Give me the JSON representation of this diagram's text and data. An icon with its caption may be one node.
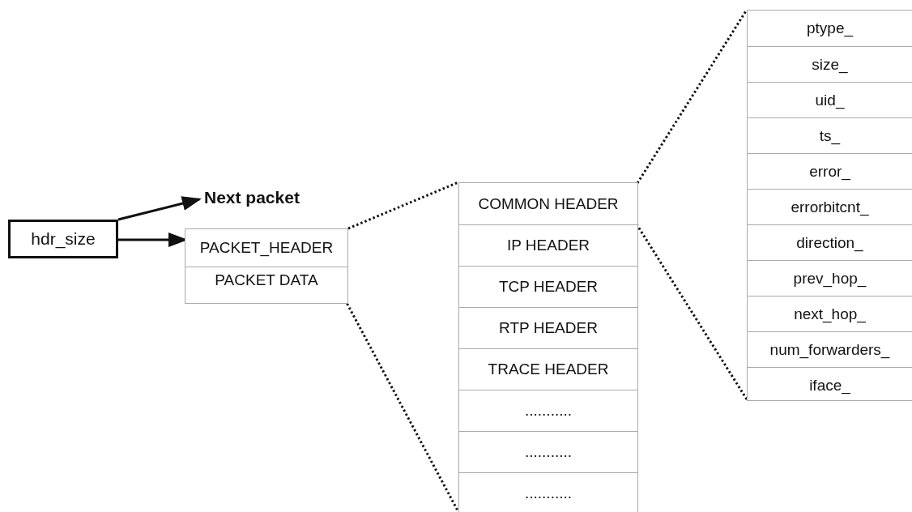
{
  "diagram": {
    "nodes": [
      {
        "text": [
          "hdr_size"
        ]
      },
      {
        "text": [
          "Next packet"
        ]
      },
      {
        "text": [],
        "shape": "box"
      },
      {
        "text": [
          "PACKET_HEADER"
        ],
        "in": 2
      },
      {
        "text": [
          "PACKET DATA"
        ],
        "in": 2
      },
      {
        "text": [],
        "shape": "box"
      },
      {
        "text": [
          "COMMON HEADER"
        ],
        "in": 5
      },
      {
        "text": [
          "IP HEADER"
        ],
        "in": 5
      },
      {
        "text": [
          "TCP HEADER"
        ],
        "in": 5
      },
      {
        "text": [
          "RTP HEADER"
        ],
        "in": 5
      },
      {
        "text": [
          "TRACE HEADER"
        ],
        "in": 5
      },
      {
        "text": [
          "..........."
        ],
        "in": 5
      },
      {
        "text": [
          "..........."
        ],
        "in": 5
      },
      {
        "text": [
          "..........."
        ],
        "in": 5
      },
      {
        "text": [],
        "shape": "box"
      },
      {
        "text": [
          "ptype_"
        ],
        "in": 14
      },
      {
        "text": [
          "size_"
        ],
        "in": 14
      },
      {
        "text": [
          "uid_"
        ],
        "in": 14
      },
      {
        "text": [
          "ts_"
        ],
        "in": 14
      },
      {
        "text": [
          "error_"
        ],
        "in": 14
      },
      {
        "text": [
          "errorbitcnt_"
        ],
        "in": 14
      },
      {
        "text": [
          "direction_"
        ],
        "in": 14
      },
      {
        "text": [
          "prev_hop_"
        ],
        "in": 14
      },
      {
        "text": [
          "next_hop_"
        ],
        "in": 14
      },
      {
        "text": [
          "num_forwarders_"
        ],
        "in": 14
      },
      {
        "text": [
          "iface_"
        ],
        "in": 14
      }
    ],
    "edges": [
      {
        "from": 0,
        "to": 1,
        "arrow": "to"
      },
      {
        "from": 0,
        "to": 3,
        "arrow": "to"
      },
      {
        "from": 2,
        "to": 5,
        "arrow": "none",
        "style": "dashed"
      },
      {
        "from": 2,
        "to": 5,
        "arrow": "none",
        "style": "dashed"
      },
      {
        "from": 6,
        "to": 14,
        "arrow": "none",
        "style": "dashed"
      },
      {
        "from": 6,
        "to": 14,
        "arrow": "none",
        "style": "dashed"
      }
    ]
  }
}
